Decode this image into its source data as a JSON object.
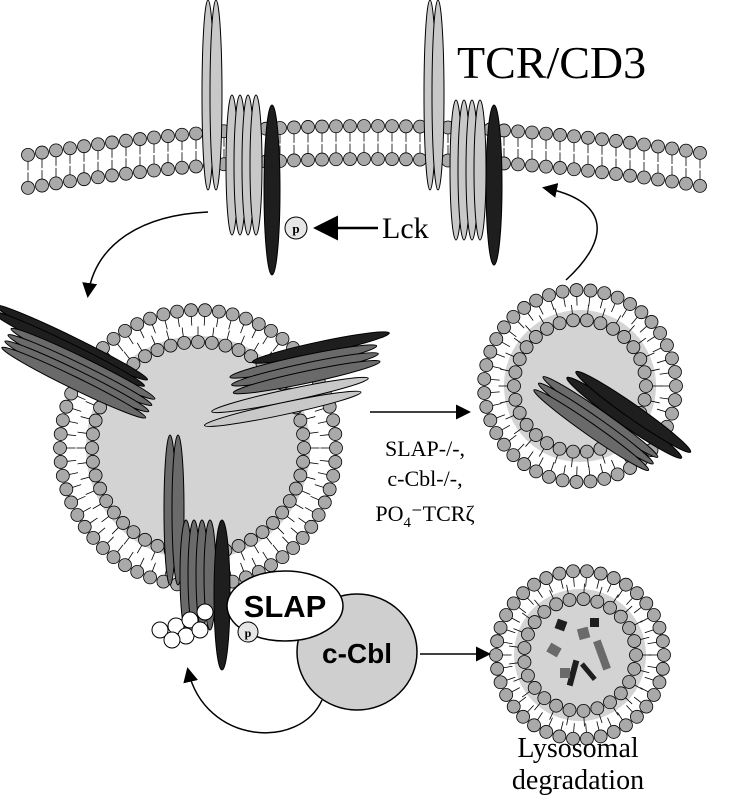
{
  "labels": {
    "tcr_cd3": "TCR/CD3",
    "lck": "Lck",
    "phospho": "p",
    "slap": "SLAP",
    "c_cbl": "c-Cbl",
    "condition_line1": "SLAP-/-,",
    "condition_line2": "c-Cbl-/-,",
    "condition_line3_prefix": "PO",
    "condition_line3_sub": "4",
    "condition_line3_suffix": "TCRζ",
    "lysosomal_line1": "Lysosomal",
    "lysosomal_line2": "degradation"
  },
  "colors": {
    "lipid_head": "#a9a9a9",
    "vesicle_lumen": "#d3d3d3",
    "chain_light": "#c8c8c8",
    "chain_mid": "#6a6a6a",
    "chain_dark": "#1e1e1e",
    "protein_bubble": "#ffffff",
    "cbl_fill": "#cfcfcf",
    "arrow": "#000000"
  }
}
